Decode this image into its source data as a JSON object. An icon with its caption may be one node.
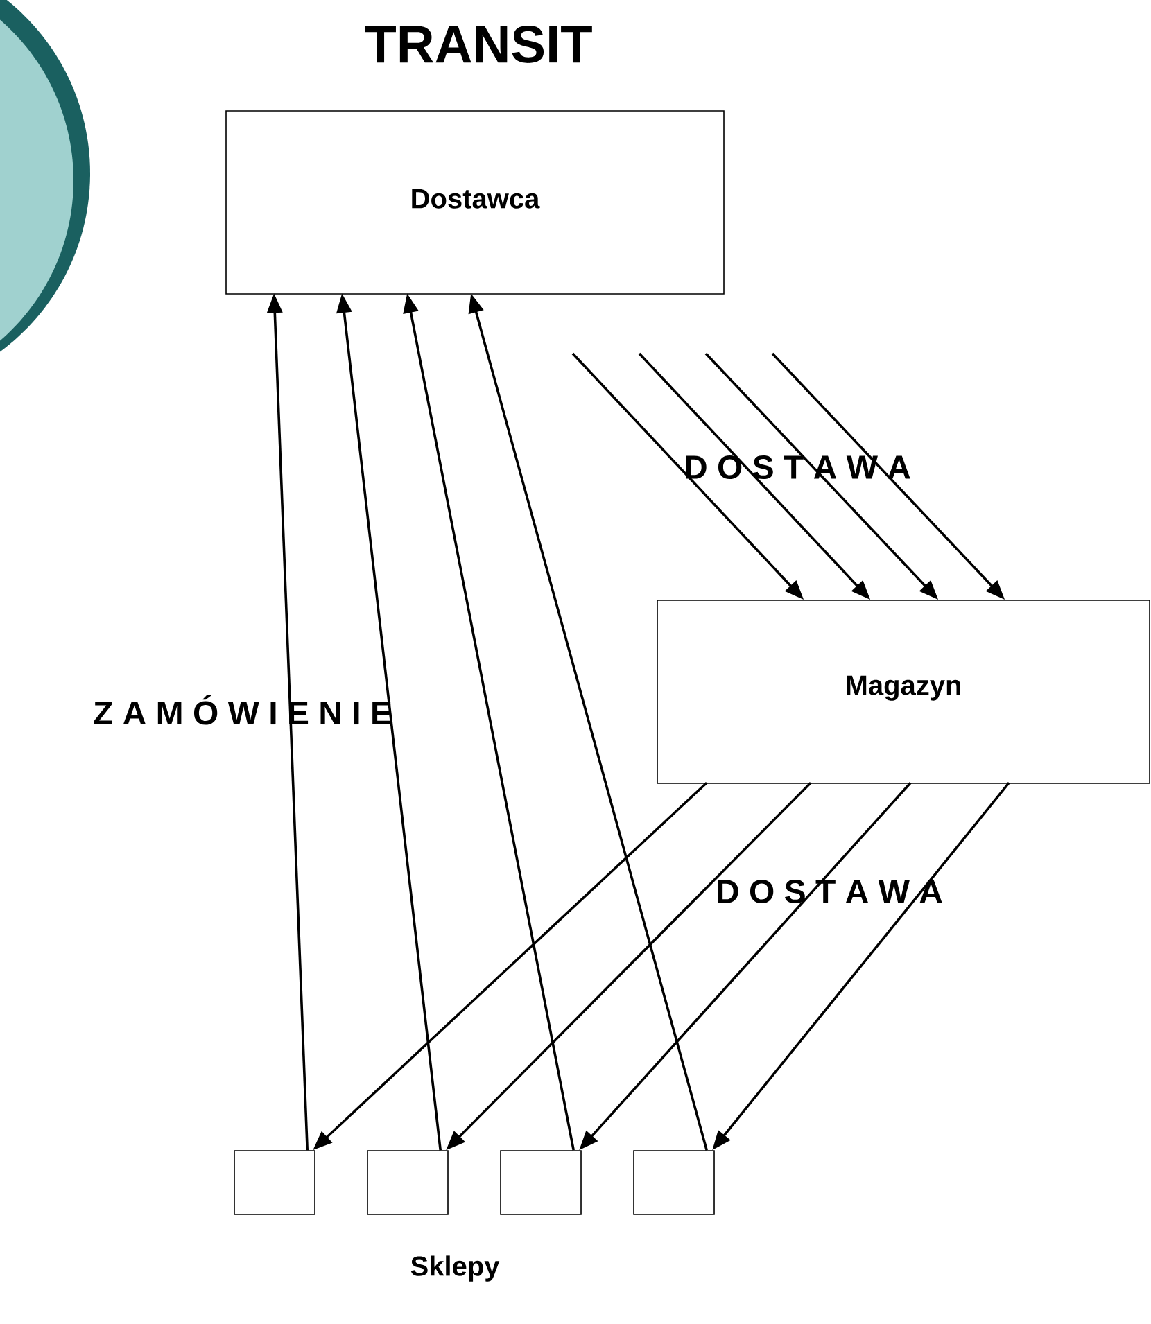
{
  "diagram": {
    "title": "TRANSIT",
    "nodes": [
      {
        "text": [
          "Dostawca"
        ]
      },
      {
        "text": [
          "Magazyn"
        ]
      },
      {
        "text": [],
        "shape": "box"
      },
      {
        "text": [],
        "shape": "box"
      },
      {
        "text": [],
        "shape": "box"
      },
      {
        "text": [],
        "shape": "box"
      }
    ],
    "edges": [
      {
        "from": null,
        "to": 1,
        "arrow": "to"
      },
      {
        "from": null,
        "to": 1,
        "arrow": "to"
      },
      {
        "from": null,
        "to": 1,
        "arrow": "to"
      },
      {
        "from": null,
        "to": 1,
        "arrow": "to"
      },
      {
        "from": 2,
        "to": 0,
        "arrow": "to"
      },
      {
        "from": 3,
        "to": 0,
        "arrow": "to"
      },
      {
        "from": 4,
        "to": 0,
        "arrow": "to"
      },
      {
        "from": 5,
        "to": 0,
        "arrow": "to"
      },
      {
        "from": 1,
        "to": 2,
        "arrow": "to"
      },
      {
        "from": 1,
        "to": 3,
        "arrow": "to"
      },
      {
        "from": 1,
        "to": 4,
        "arrow": "to"
      },
      {
        "from": 1,
        "to": 5,
        "arrow": "to"
      }
    ],
    "labels": [
      "D O S T A W A",
      "Z A M Ó W I E N I E",
      "D O S T A W A",
      "Sklepy"
    ]
  }
}
